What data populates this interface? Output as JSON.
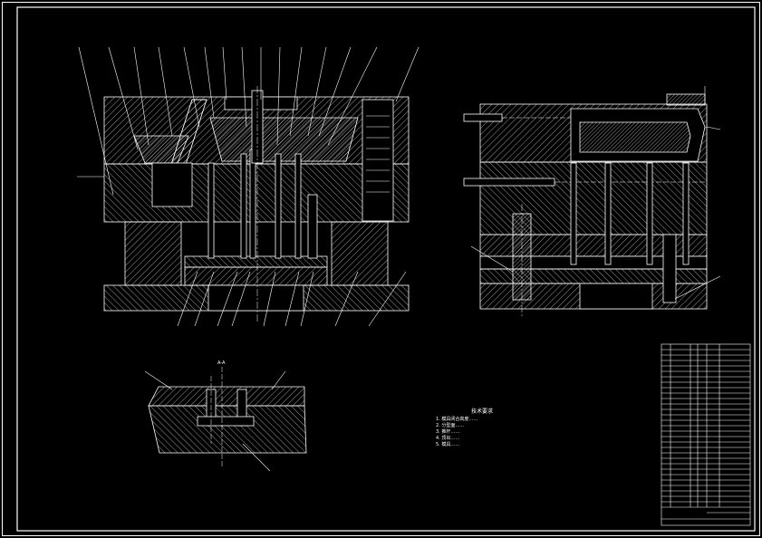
{
  "drawing": {
    "technical_requirements_title": "技术要求",
    "technical_requirements": [
      "1. 模具闭合高度……",
      "2. 分型面……",
      "3. 推杆……",
      "4. 顶出……",
      "5. 模具……"
    ],
    "section_label": "A-A",
    "colors": {
      "background": "#000000",
      "lines": "#ffffff",
      "hatch": "#ffffff"
    }
  }
}
